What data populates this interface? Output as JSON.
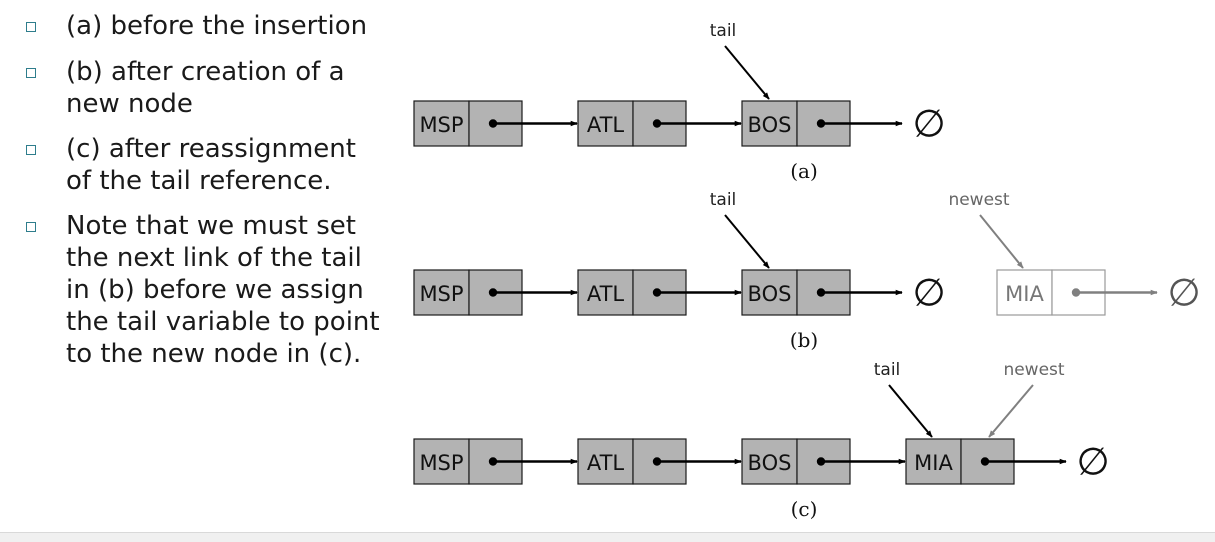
{
  "bullets": [
    {
      "text": "(a) before the insertion"
    },
    {
      "text": "(b) after creation of a new node"
    },
    {
      "text": "(c) after reassignment of the tail reference."
    },
    {
      "text": "Note that we must set the next link of the tail in (b) before we assign the tail variable to point to the new node in (c)."
    }
  ],
  "diagram": {
    "null_symbol": "∅",
    "colors": {
      "node_fill": "#b3b3b3",
      "new_node_fill": "#ffffff",
      "arrow": "#000000",
      "new_arrow": "#808080"
    },
    "rows": [
      {
        "caption": "(a)",
        "nodes": [
          {
            "label": "MSP"
          },
          {
            "label": "ATL"
          },
          {
            "label": "BOS"
          }
        ],
        "pointers": [
          {
            "label": "tail"
          }
        ]
      },
      {
        "caption": "(b)",
        "nodes": [
          {
            "label": "MSP"
          },
          {
            "label": "ATL"
          },
          {
            "label": "BOS"
          }
        ],
        "new_node": {
          "label": "MIA"
        },
        "pointers": [
          {
            "label": "tail"
          },
          {
            "label": "newest"
          }
        ]
      },
      {
        "caption": "(c)",
        "nodes": [
          {
            "label": "MSP"
          },
          {
            "label": "ATL"
          },
          {
            "label": "BOS"
          },
          {
            "label": "MIA"
          }
        ],
        "pointers": [
          {
            "label": "tail"
          },
          {
            "label": "newest"
          }
        ]
      }
    ]
  }
}
